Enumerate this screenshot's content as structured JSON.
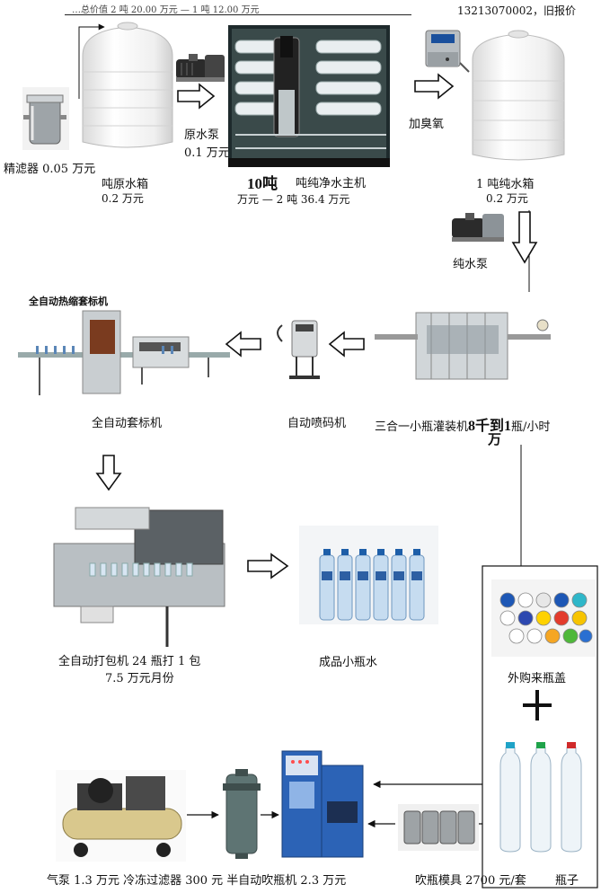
{
  "header": {
    "cut_text": "…总价值 2 吨 20.00 万元 — 1 吨 12.00 万元",
    "contact": "13213070002，旧报价"
  },
  "water_treatment": {
    "filter_label": "精滤器 0.05 万元",
    "raw_tank_label": "吨原水箱",
    "raw_tank_price_cut": "0.2 万元",
    "raw_pump_label": "原水泵",
    "raw_pump_price": "0.1 万元",
    "capacity_label": "10吨",
    "main_unit_label": "吨纯净水主机",
    "main_unit_price_cut": "万元 — 2 吨 36.4 万元",
    "ozone_label": "加臭氧",
    "pure_tank_label": "1 吨纯水箱",
    "pure_tank_price_cut": "0.2 万元",
    "pure_pump_label": "纯水泵"
  },
  "filling_line": {
    "sleeve_title": "全自动热缩套标机",
    "sleeve_label": "全自动套标机",
    "coder_label": "自动喷码机",
    "filler_label_prefix": "三合一小瓶灌装机",
    "filler_capacity": "8千到1",
    "filler_label_suffix": "瓶/小时",
    "filler_price": "万"
  },
  "packing": {
    "packer_label_line1": "全自动打包机 24 瓶打 1 包",
    "packer_label_line2": "7.5 万元月份",
    "product_label": "成品小瓶水"
  },
  "bottle_making": {
    "caps_label": "外购来瓶盖",
    "plus_sign": "+",
    "bottles_label": "瓶子",
    "mold_label": "吹瓶模具 2700 元/套",
    "bottom_cut_text": "气泵 1.3 万元 冷冻过滤器 300 元 半自动吹瓶机 2.3 万元"
  }
}
